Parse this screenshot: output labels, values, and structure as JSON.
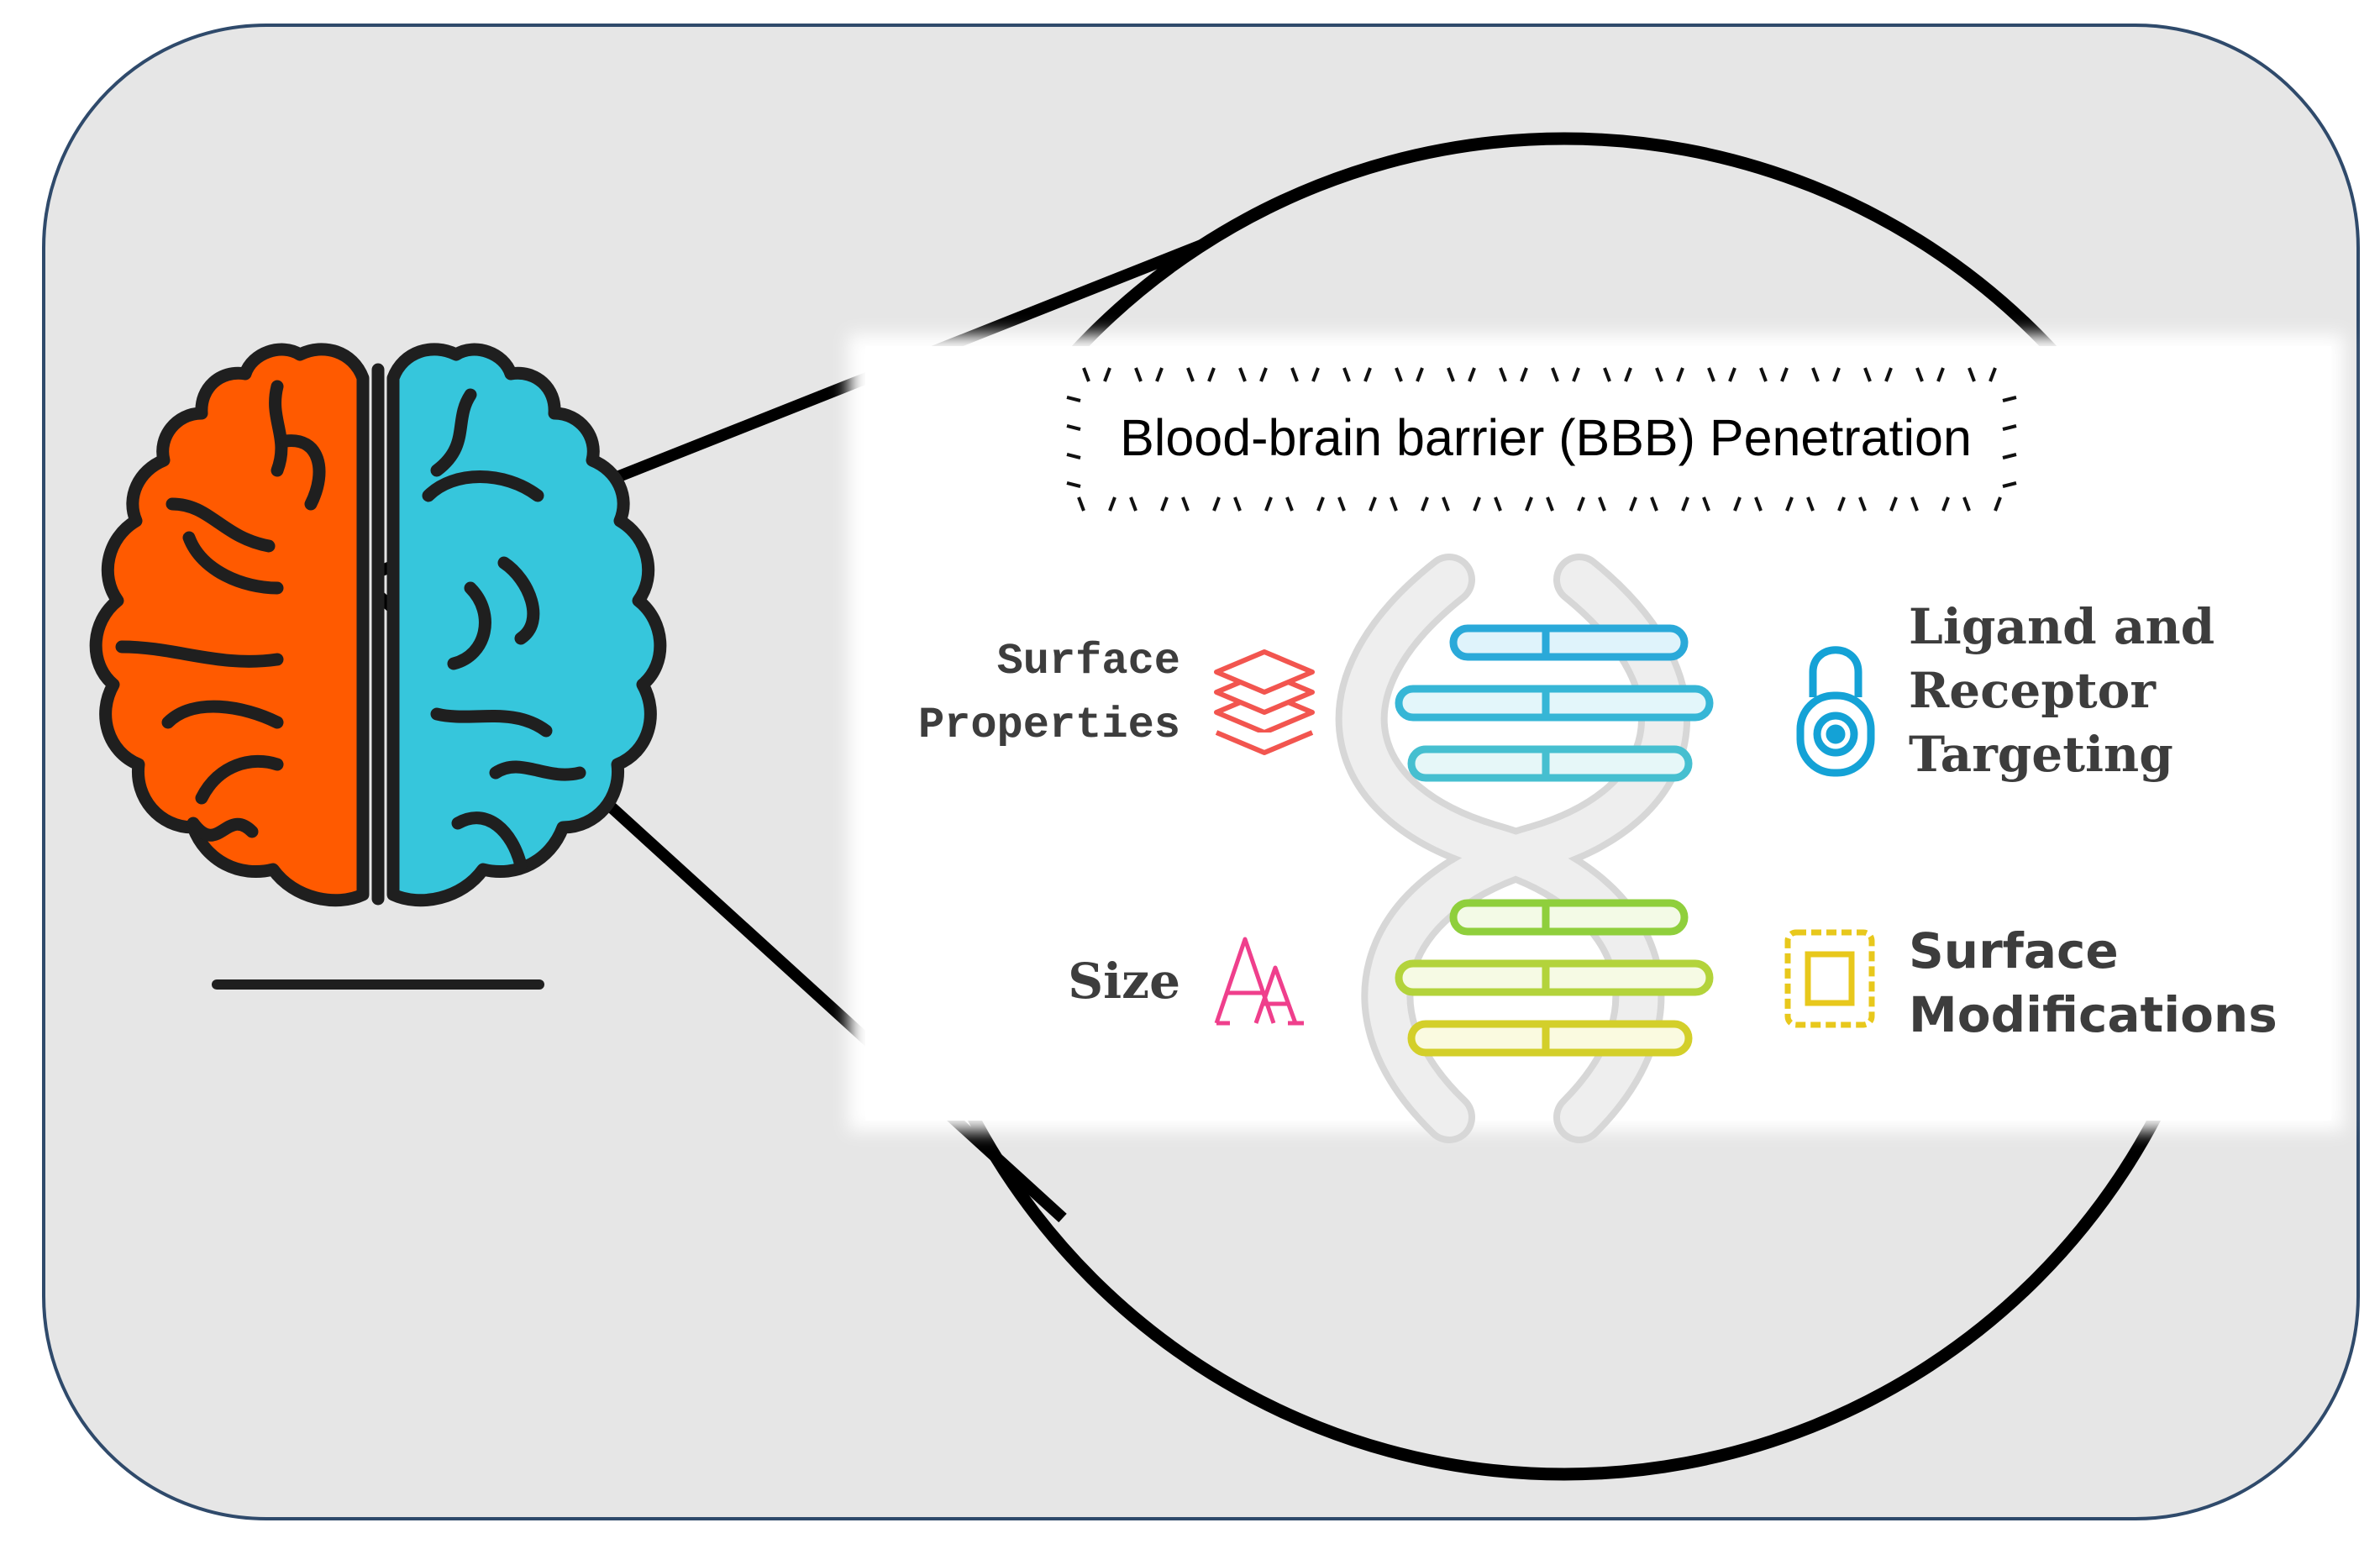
{
  "title": "Blood-brain barrier (BBB) Penetration",
  "factors": {
    "surface_properties": [
      "Surface",
      "Properties"
    ],
    "size": "Size",
    "ligand_targeting": [
      "Ligand and",
      "Receptor",
      "Targeting"
    ],
    "surface_modifications": [
      "Surface",
      "Modifications"
    ]
  },
  "icons": {
    "surface_properties": "stacked-layers-icon",
    "size": "font-size-icon",
    "ligand_targeting": "padlock-icon",
    "surface_modifications": "stamp-frame-icon",
    "center": "dna-helix-icon",
    "brain": "brain-icon"
  },
  "colors": {
    "background_panel": "#e6e6e6",
    "panel_border": "#2f4a6b",
    "brain_left": "#ff5a00",
    "brain_right": "#36c6dc",
    "layers_icon": "#f2554f",
    "size_icon": "#ef3f8c",
    "lock_icon": "#14a2d6",
    "stamp_icon": "#e8c81c"
  }
}
